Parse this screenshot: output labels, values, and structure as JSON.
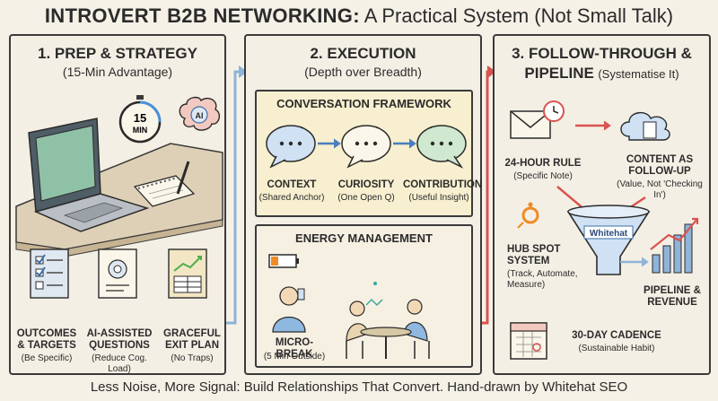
{
  "title": {
    "bold": "INTROVERT B2B NETWORKING:",
    "rest": "A Practical System (Not Small Talk)"
  },
  "prep": {
    "heading": "1. PREP & STRATEGY",
    "subheading": "(15-Min Advantage)",
    "stopwatch_value": "15",
    "stopwatch_unit": "MIN",
    "brain_label": "AI",
    "items": [
      {
        "label": "OUTCOMES & TARGETS",
        "sub": "(Be Specific)"
      },
      {
        "label": "AI-ASSISTED QUESTIONS",
        "sub": "(Reduce Cog. Load)"
      },
      {
        "label": "GRACEFUL EXIT PLAN",
        "sub": "(No Traps)"
      }
    ]
  },
  "execution": {
    "heading": "2. EXECUTION",
    "subheading": "(Depth over Breadth)",
    "framework_title": "CONVERSATION FRAMEWORK",
    "steps": [
      {
        "label": "CONTEXT",
        "sub": "(Shared Anchor)"
      },
      {
        "label": "CURIOSITY",
        "sub": "(One Open Q)"
      },
      {
        "label": "CONTRIBUTION",
        "sub": "(Useful Insight)"
      }
    ],
    "energy_title": "ENERGY MANAGEMENT",
    "micro_break_label": "MICRO-BREAK",
    "micro_break_sub": "(5 Min Outside)"
  },
  "follow": {
    "heading_line1": "3. FOLLOW-THROUGH &",
    "heading_line2": "PIPELINE",
    "heading_note": "(Systematise It)",
    "rule_label": "24-HOUR RULE",
    "rule_sub": "(Specific Note)",
    "content_label": "CONTENT AS FOLLOW-UP",
    "content_sub": "(Value, Not 'Checking In')",
    "funnel_label": "Whitehat",
    "hubspot_label": "HUB SPOT SYSTEM",
    "hubspot_sub": "(Track, Automate, Measure)",
    "pipeline_label": "PIPELINE & REVENUE",
    "cadence_label": "30-DAY CADENCE",
    "cadence_sub": "(Sustainable Habit)"
  },
  "footer": "Less Noise, More Signal: Build Relationships That Convert. Hand-drawn by Whitehat SEO",
  "colors": {
    "accent_blue": "#8fb3d9",
    "accent_red": "#d9534f",
    "accent_orange": "#f08a24",
    "accent_green": "#4caf50"
  }
}
